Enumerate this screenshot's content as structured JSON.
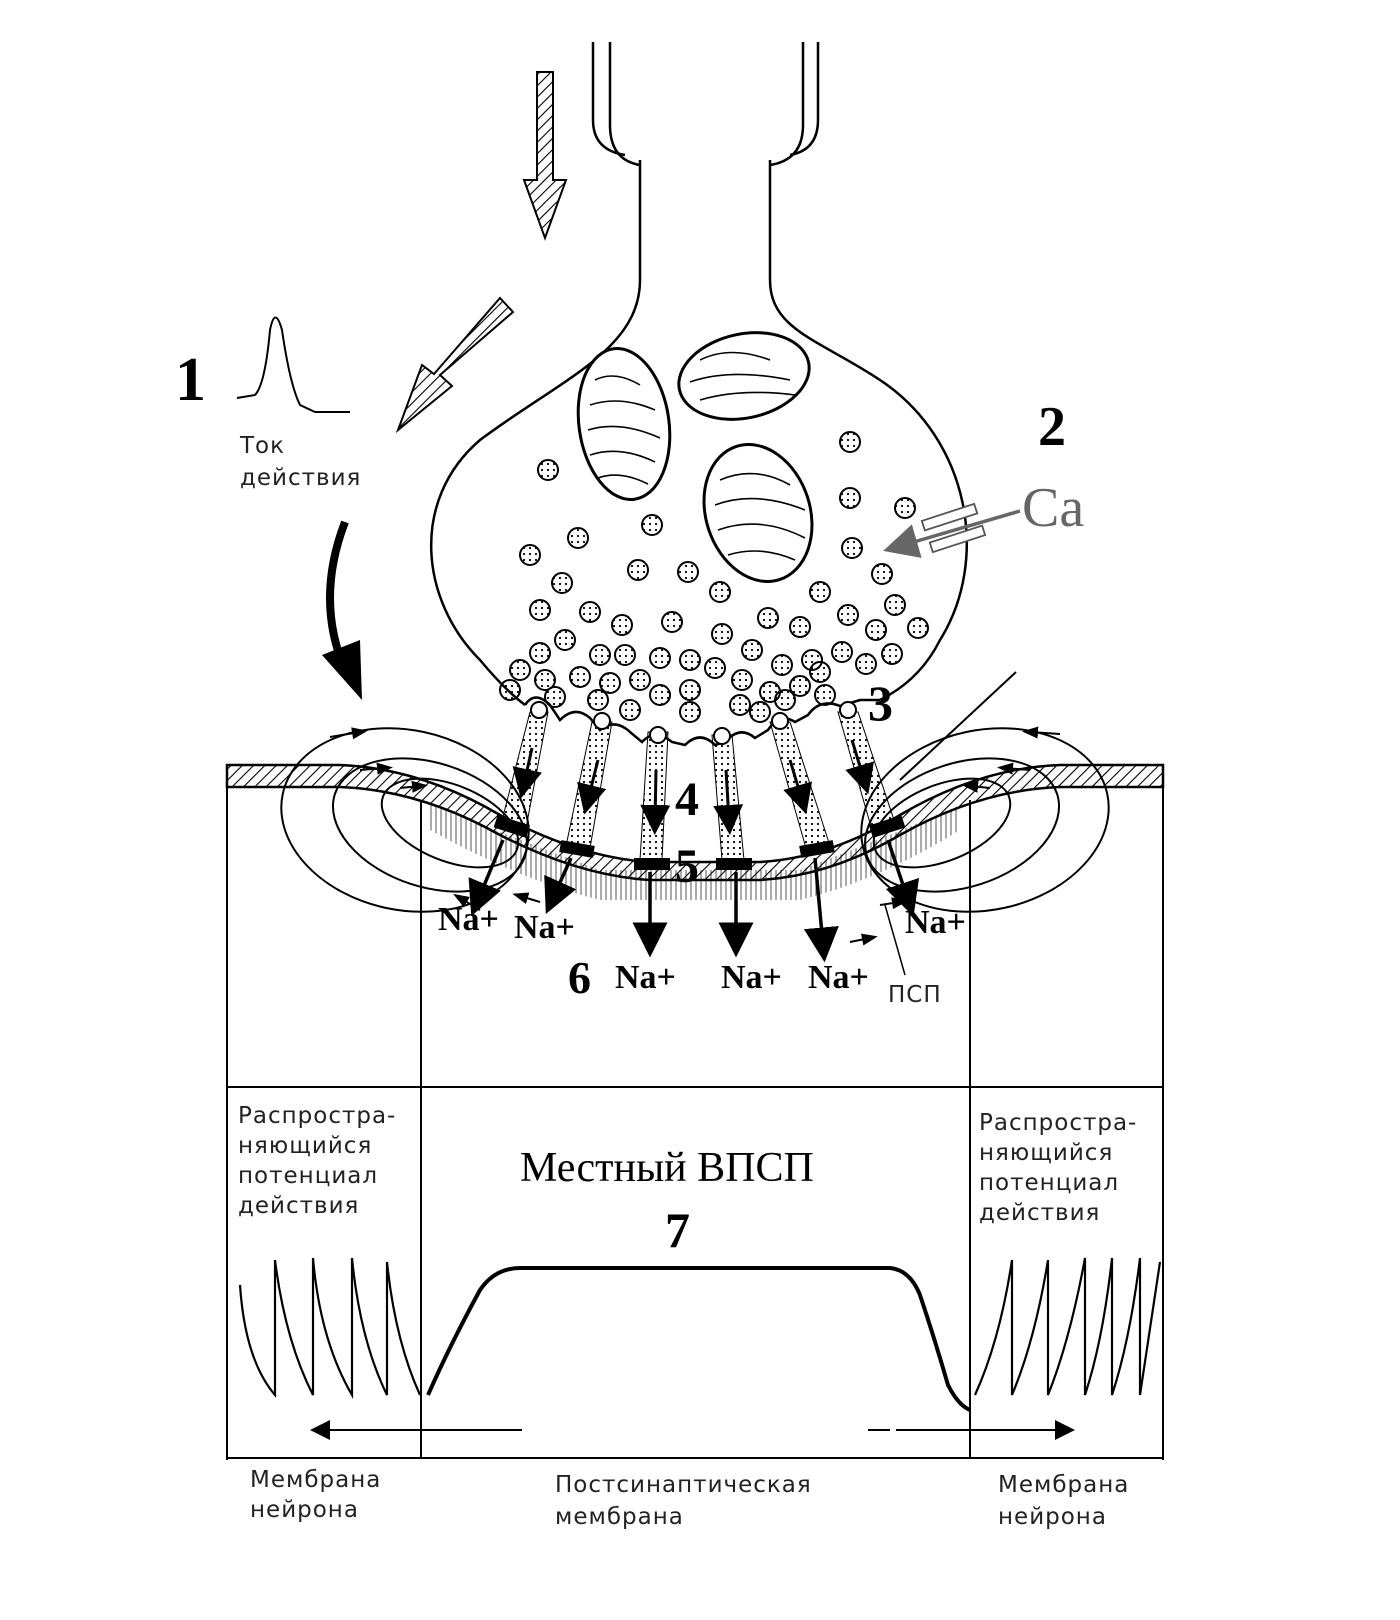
{
  "markers": {
    "n1": "1",
    "n2": "2",
    "n3": "3",
    "n4": "4",
    "n5": "5",
    "n6": "6",
    "n7": "7"
  },
  "ca_label": "Ca",
  "action_current": [
    "Ток",
    "действия"
  ],
  "ion_label": "Na+",
  "psp_label": "ПСП",
  "local_epsp": "Местный ВПСП",
  "propagating_ap_left": [
    "Распростра-",
    "няющийся",
    "потенциал",
    "действия"
  ],
  "propagating_ap_right": [
    "Распростра-",
    "няющийся",
    "потенциал",
    "действия"
  ],
  "membrane_neuron_left": [
    "Мембрана",
    "нейрона"
  ],
  "membrane_neuron_right": [
    "Мембрана",
    "нейрона"
  ],
  "postsynaptic_membrane": [
    "Постсинаптическая",
    "мембрана"
  ],
  "colors": {
    "ink": "#000000",
    "ca_gray": "#666666"
  }
}
